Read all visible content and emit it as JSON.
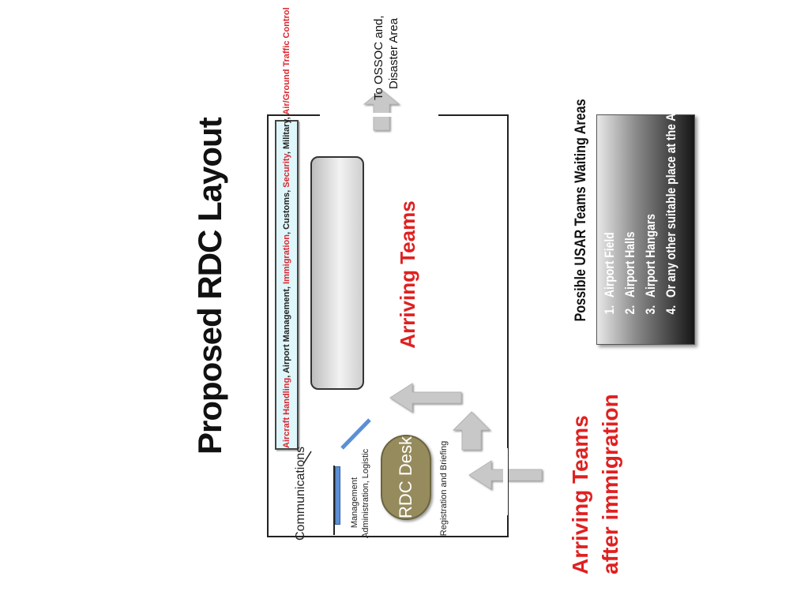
{
  "title": "Proposed RDC Layout",
  "ossoc_label": [
    "To OSSOC and,",
    "Disaster Area"
  ],
  "banner": {
    "segments": [
      {
        "text": "Aircraft Handling",
        "color": "#d9272e"
      },
      {
        "text": ", Airport Management, ",
        "color": "#222222"
      },
      {
        "text": "Immigration",
        "color": "#d9272e"
      },
      {
        "text": ", Customs, ",
        "color": "#222222"
      },
      {
        "text": "Security",
        "color": "#d9272e"
      },
      {
        "text": ", Military, ",
        "color": "#222222"
      },
      {
        "text": "Air/Ground Traffic Control",
        "color": "#d9272e"
      }
    ]
  },
  "arriving_teams": "Arriving Teams",
  "arriving_after": [
    "Arriving Teams",
    "after immigration"
  ],
  "communications": "Communications",
  "management": [
    "Management",
    "Administration, Logistic"
  ],
  "rdc_desk": "RDC Desk",
  "registration": "Registration and Briefing",
  "waiting_title": "Possible USAR Teams Waiting Areas",
  "waiting_areas": [
    {
      "n": "1.",
      "label": "Airport Field"
    },
    {
      "n": "2.",
      "label": "Airport Halls"
    },
    {
      "n": "3.",
      "label": "Airport Hangars"
    },
    {
      "n": "4.",
      "label": "Or any other suitable place at the Airport"
    }
  ],
  "colors": {
    "accent_red": "#e02020",
    "banner_bg": "#dff6fb",
    "rdc_pill": "#968b5c",
    "blue_bar": "#5b8fd7",
    "arrow": "#c8c8c8"
  }
}
